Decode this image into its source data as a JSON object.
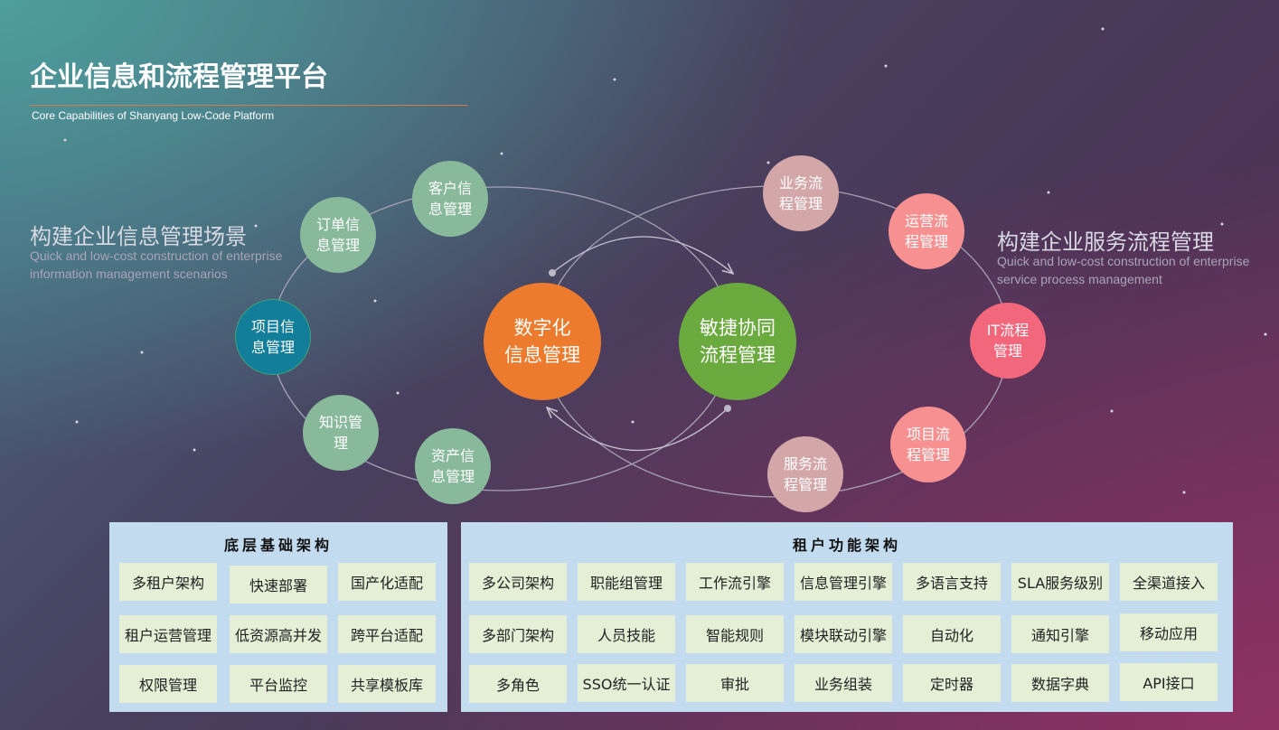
{
  "header": {
    "title": "企业信息和流程管理平台",
    "subtitle": "Core Capabilities of Shanyang Low-Code Platform"
  },
  "left_scene": {
    "title": "构建企业信息管理场景",
    "desc_line1": "Quick and low-cost construction of enterprise",
    "desc_line2": "information management scenarios"
  },
  "right_scene": {
    "title": "构建企业服务流程管理",
    "desc_line1": "Quick and low-cost construction of enterprise",
    "desc_line2": "service process management"
  },
  "center": {
    "digital": {
      "line1": "数字化",
      "line2": "信息管理"
    },
    "agile": {
      "line1": "敏捷协同",
      "line2": "流程管理"
    }
  },
  "left_nodes": [
    {
      "line1": "客户信",
      "line2": "息管理"
    },
    {
      "line1": "订单信",
      "line2": "息管理"
    },
    {
      "line1": "项目信",
      "line2": "息管理"
    },
    {
      "line1": "知识管",
      "line2": "理"
    },
    {
      "line1": "资产信",
      "line2": "息管理"
    }
  ],
  "right_nodes": [
    {
      "line1": "业务流",
      "line2": "程管理"
    },
    {
      "line1": "运营流",
      "line2": "程管理"
    },
    {
      "line1": "IT流程",
      "line2": "管理"
    },
    {
      "line1": "项目流",
      "line2": "程管理"
    },
    {
      "line1": "服务流",
      "line2": "程管理"
    }
  ],
  "colors": {
    "digital": "#ec7b2e",
    "agile": "#6aaa3f",
    "left_node": "#88b99a",
    "project_info": "#137e99",
    "business_flow": "#d3a6a8",
    "ops_flow": "#f79191",
    "it_flow": "#f2677c",
    "project_flow": "#f79191",
    "service_flow": "#d3a6a8",
    "panel": "#c3dbef",
    "cell": "#e4efd6"
  },
  "base_panel": {
    "title": "底层基础架构",
    "rows": [
      [
        "多租户架构",
        "快速部署",
        "国产化适配"
      ],
      [
        "租户运营管理",
        "低资源高并发",
        "跨平台适配"
      ],
      [
        "权限管理",
        "平台监控",
        "共享模板库"
      ]
    ]
  },
  "tenant_panel": {
    "title": "租户功能架构",
    "rows": [
      [
        "多公司架构",
        "职能组管理",
        "工作流引擎",
        "信息管理引擎",
        "多语言支持",
        "SLA服务级别",
        "全渠道接入"
      ],
      [
        "多部门架构",
        "人员技能",
        "智能规则",
        "模块联动引擎",
        "自动化",
        "通知引擎",
        "移动应用"
      ],
      [
        "多角色",
        "SSO统一认证",
        "审批",
        "业务组装",
        "定时器",
        "数据字典",
        "API接口"
      ]
    ]
  }
}
